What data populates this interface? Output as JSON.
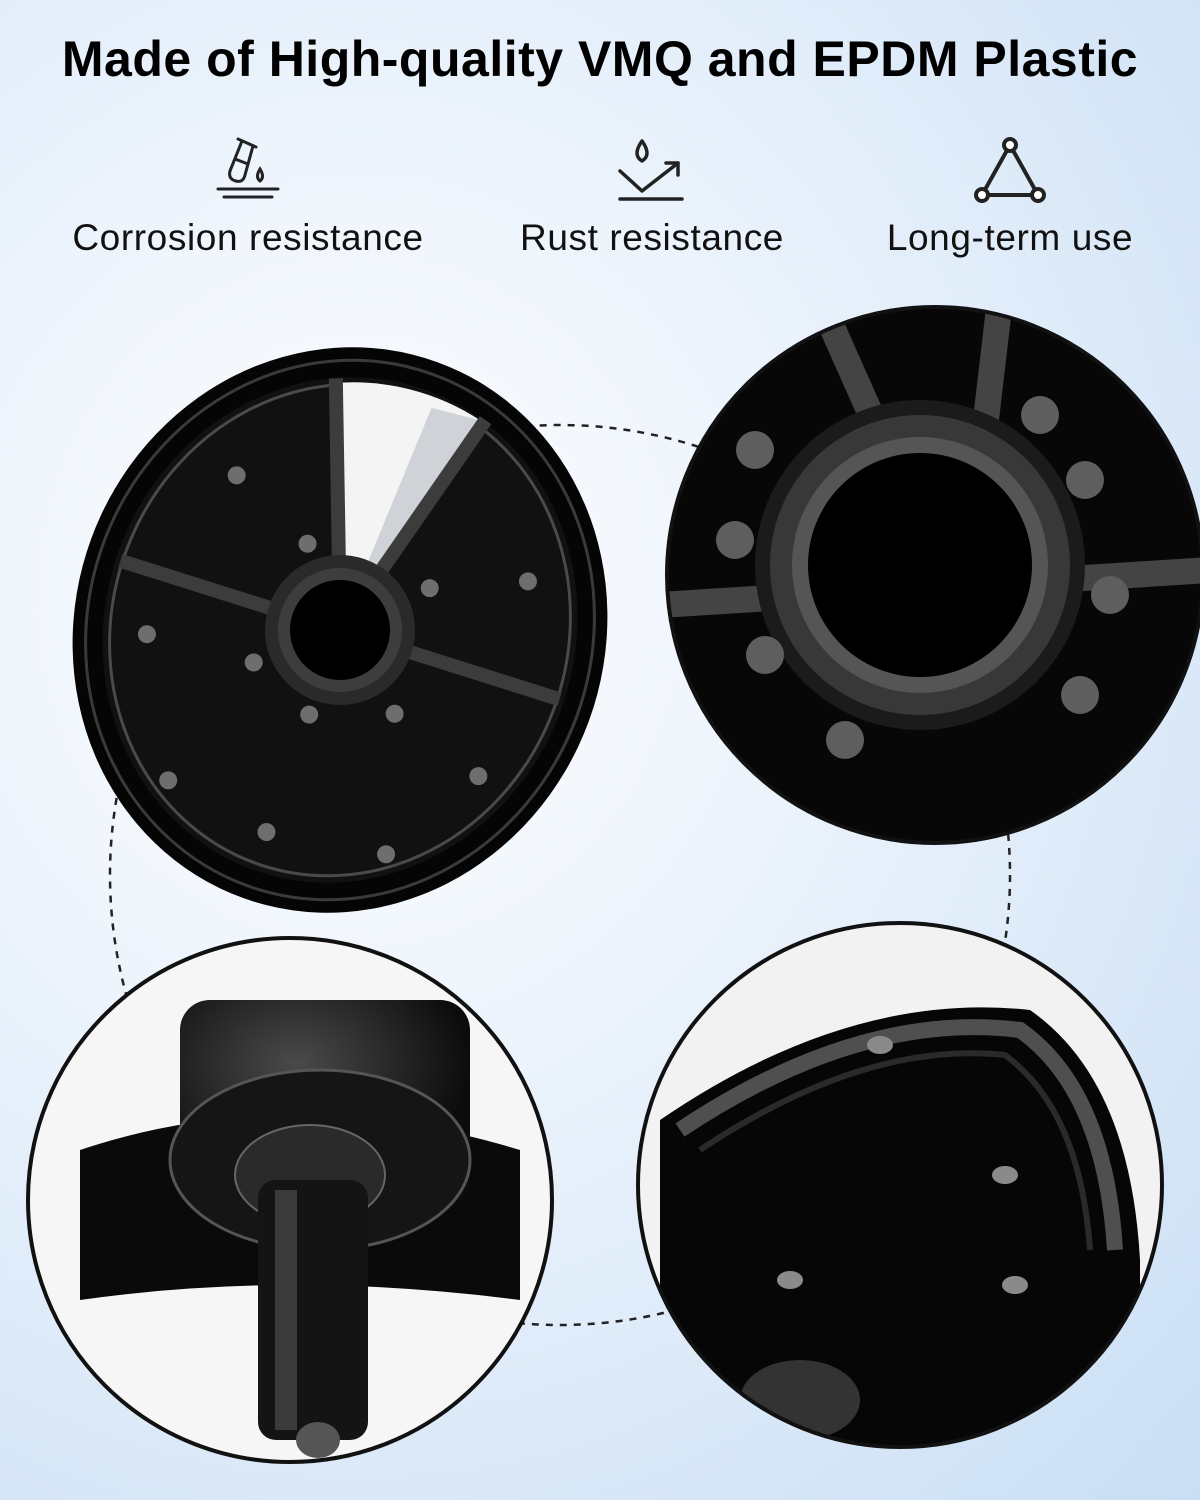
{
  "header": {
    "title": "Made of High-quality VMQ and EPDM Plastic"
  },
  "features": [
    {
      "label": "Corrosion resistance",
      "icon": "test-tube-drop-icon"
    },
    {
      "label": "Rust resistance",
      "icon": "drop-arrow-icon"
    },
    {
      "label": "Long-term use",
      "icon": "triangle-nodes-icon"
    }
  ],
  "colors": {
    "product": "#0a0a0a",
    "accent_grey": "#5e5e5e",
    "background": "#e8f1fb"
  }
}
